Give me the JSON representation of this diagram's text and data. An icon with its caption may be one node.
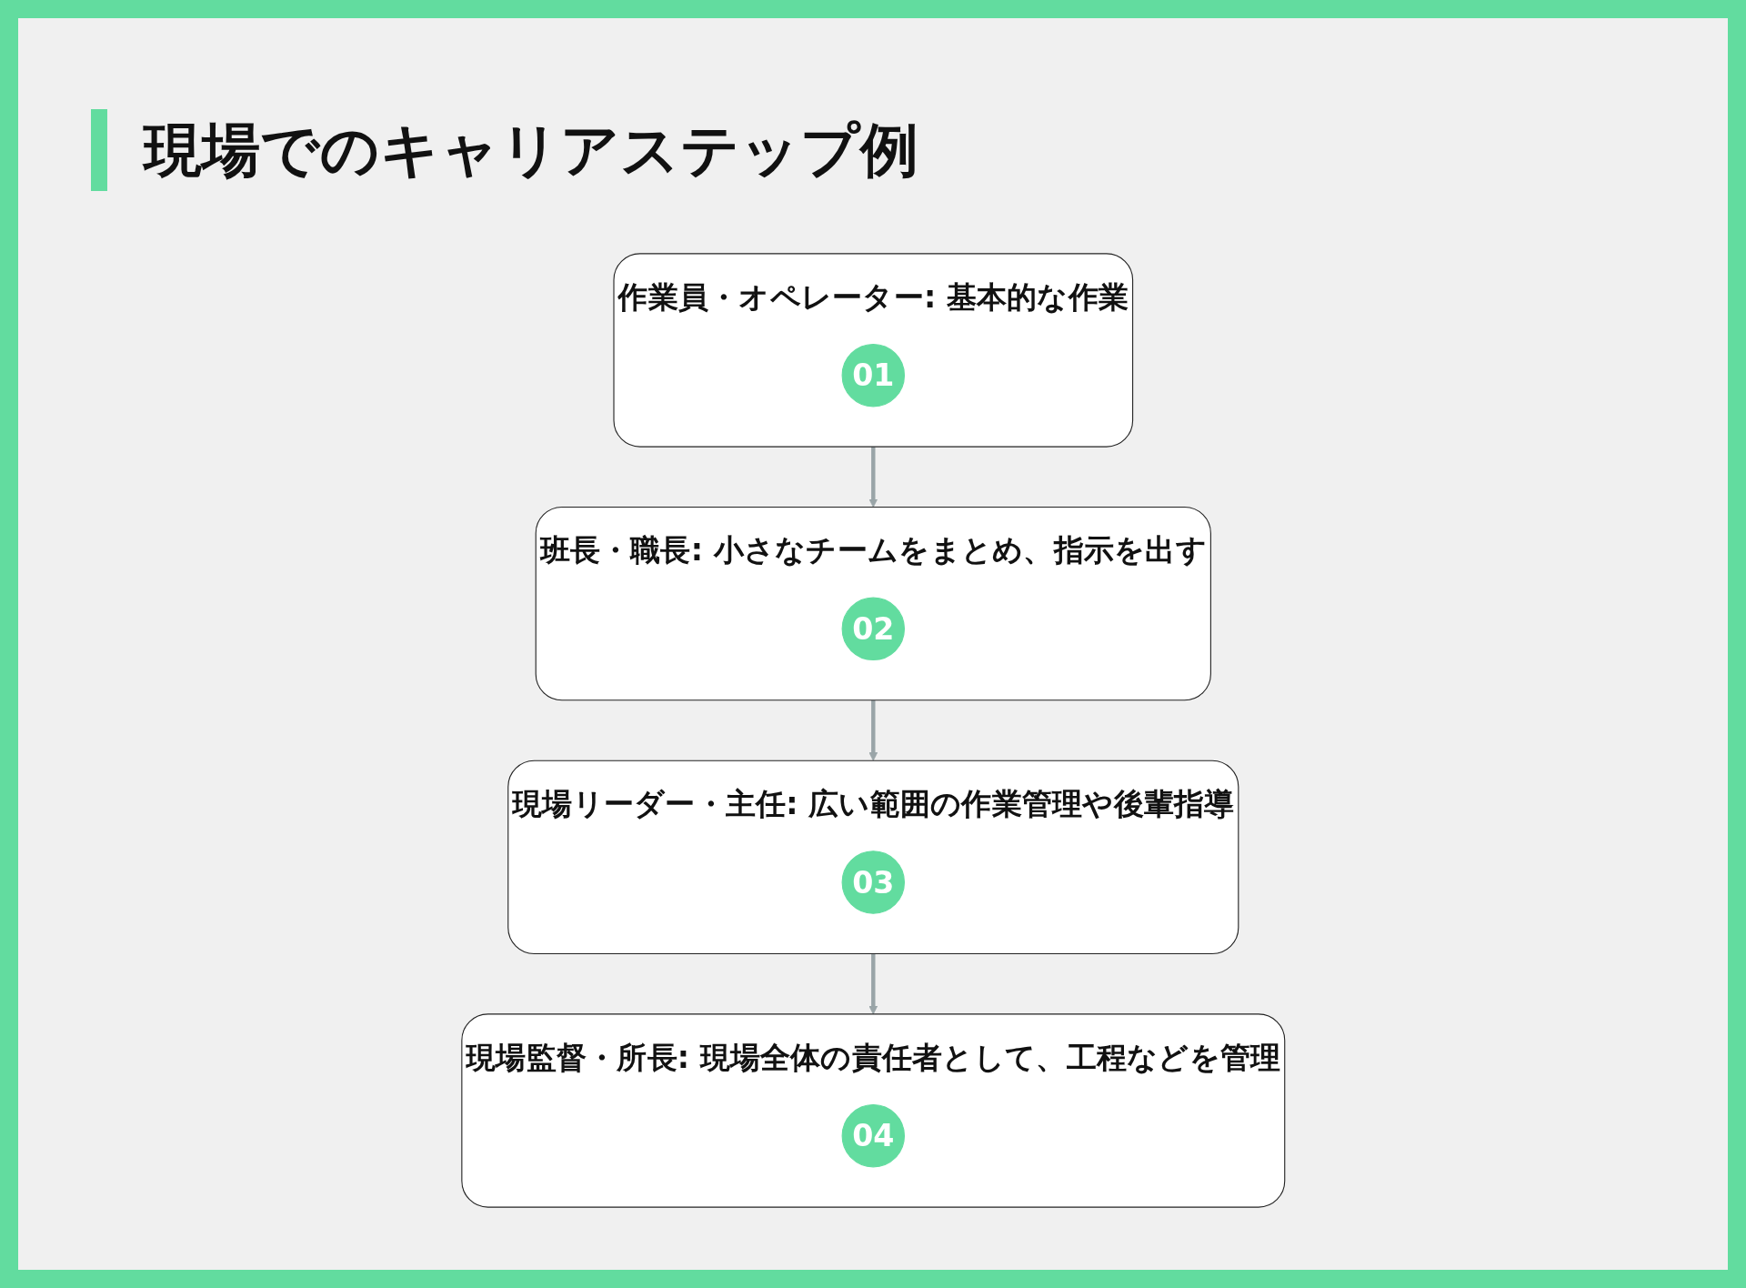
{
  "diagram": {
    "title": "現場でのキャリアステップ例",
    "nodes": [
      {
        "text": [
          "作業員・オペレーター: 基本的な作業"
        ]
      },
      {
        "text": [
          "01"
        ],
        "in": 0
      },
      {
        "text": [
          "班長・職長: 小さなチームをまとめ、指示を出す"
        ]
      },
      {
        "text": [
          "02"
        ],
        "in": 2
      },
      {
        "text": [
          "現場リーダー・主任: 広い範囲の作業管理や後輩指導"
        ]
      },
      {
        "text": [
          "03"
        ],
        "in": 4
      },
      {
        "text": [
          "現場監督・所長: 現場全体の責任者として、工程などを管理"
        ]
      },
      {
        "text": [
          "04"
        ],
        "in": 6
      }
    ],
    "edges": [
      {
        "from": 0,
        "to": 2,
        "arrow": "to"
      },
      {
        "from": 2,
        "to": 4,
        "arrow": "to"
      },
      {
        "from": 4,
        "to": 6,
        "arrow": "to"
      }
    ]
  }
}
